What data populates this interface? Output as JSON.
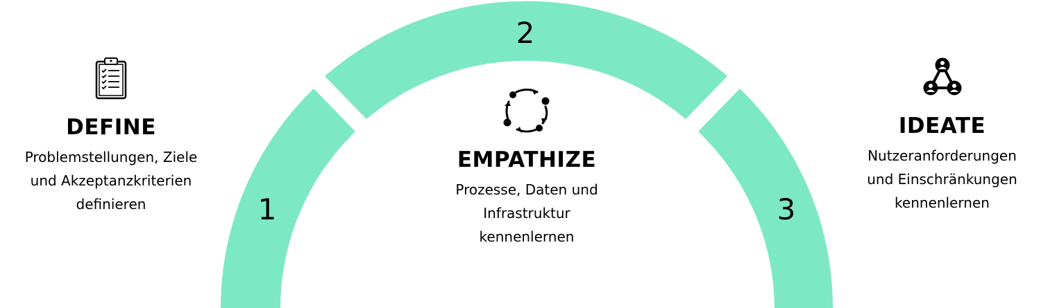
{
  "colors": {
    "arc": "#7DE8C4",
    "text": "#000000",
    "background": "#FFFFFF"
  },
  "segments": [
    {
      "number": "1"
    },
    {
      "number": "2"
    },
    {
      "number": "3"
    }
  ],
  "define": {
    "icon": "clipboard-checklist-icon",
    "title": "DEFINE",
    "lines": [
      "Problemstellungen, Ziele",
      "und Akzeptanzkriterien",
      "definieren"
    ]
  },
  "empathize": {
    "icon": "cycle-arrows-icon",
    "title": "EMPATHIZE",
    "lines": [
      "Prozesse, Daten und",
      "Infrastruktur",
      "kennenlernen"
    ]
  },
  "ideate": {
    "icon": "user-network-icon",
    "title": "IDEATE",
    "lines": [
      "Nutzeranforderungen",
      "und Einschränkungen",
      "kennenlernen"
    ]
  }
}
